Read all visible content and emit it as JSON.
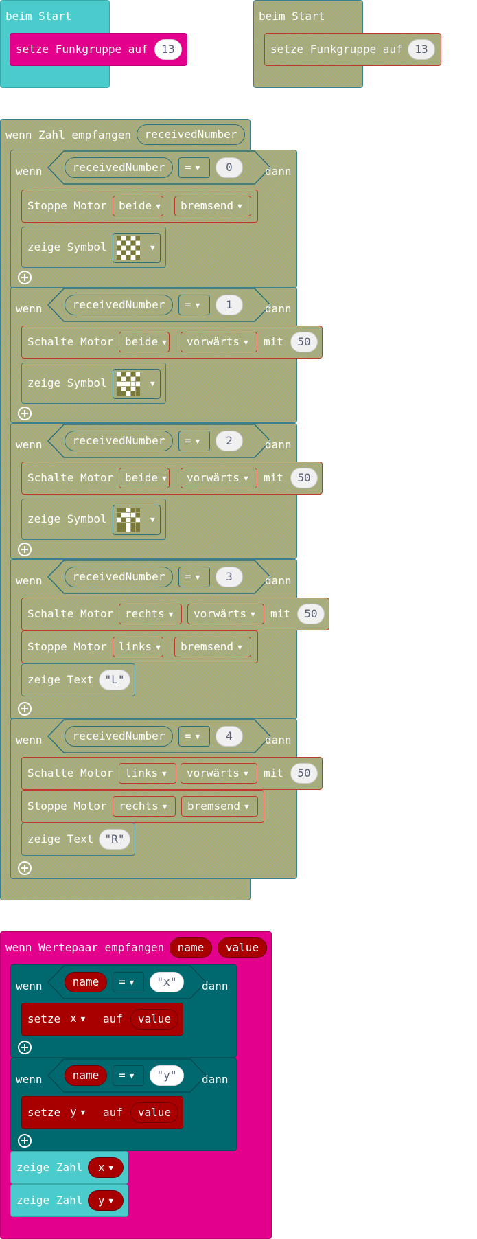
{
  "start_active": {
    "hat": "beim Start",
    "stmt": "setze Funkgruppe auf",
    "value": "13"
  },
  "start_disabled": {
    "hat": "beim Start",
    "stmt": "setze Funkgruppe auf",
    "value": "13"
  },
  "num_event": {
    "hat": "wenn Zahl empfangen",
    "param": "receivedNumber",
    "kw_if": "wenn",
    "kw_then": "dann",
    "op": "=",
    "branches": [
      {
        "var": "receivedNumber",
        "value": "0",
        "motor": {
          "label": "Stoppe Motor",
          "m": "beide",
          "mode": "bremsend"
        },
        "show_label": "zeige Symbol"
      },
      {
        "var": "receivedNumber",
        "value": "1",
        "motor": {
          "label": "Schalte Motor",
          "m": "beide",
          "dir": "vorwärts",
          "with": "mit",
          "speed": "50"
        },
        "show_label": "zeige Symbol"
      },
      {
        "var": "receivedNumber",
        "value": "2",
        "motor": {
          "label": "Schalte Motor",
          "m": "beide",
          "dir": "vorwärts",
          "with": "mit",
          "speed": "50"
        },
        "show_label": "zeige Symbol"
      },
      {
        "var": "receivedNumber",
        "value": "3",
        "motor": {
          "label": "Schalte Motor",
          "m": "rechts",
          "dir": "vorwärts",
          "with": "mit",
          "speed": "50"
        },
        "stop": {
          "label": "Stoppe Motor",
          "m": "links",
          "mode": "bremsend"
        },
        "text_label": "zeige Text",
        "text": "\"L\""
      },
      {
        "var": "receivedNumber",
        "value": "4",
        "motor": {
          "label": "Schalte Motor",
          "m": "links",
          "dir": "vorwärts",
          "with": "mit",
          "speed": "50"
        },
        "stop": {
          "label": "Stoppe Motor",
          "m": "rechts",
          "mode": "bremsend"
        },
        "text_label": "zeige Text",
        "text": "\"R\""
      }
    ]
  },
  "pair_event": {
    "hat": "wenn Wertepaar empfangen",
    "p1": "name",
    "p2": "value",
    "kw_if": "wenn",
    "kw_then": "dann",
    "op": "=",
    "if1": {
      "var": "name",
      "str": "\"x\"",
      "set": "setze",
      "target": "x",
      "to": "auf",
      "val": "value"
    },
    "if2": {
      "var": "name",
      "str": "\"y\"",
      "set": "setze",
      "target": "y",
      "to": "auf",
      "val": "value"
    },
    "show1": {
      "label": "zeige Zahl",
      "var": "x"
    },
    "show2": {
      "label": "zeige Zahl",
      "var": "y"
    }
  },
  "colors": {
    "basic": "#4ccbcd",
    "radio": "#e3008c",
    "logic": "#006970",
    "variables": "#a80000"
  },
  "icons": [
    "plus-icon",
    "dropdown-caret-icon",
    "led-symbol-icon"
  ]
}
